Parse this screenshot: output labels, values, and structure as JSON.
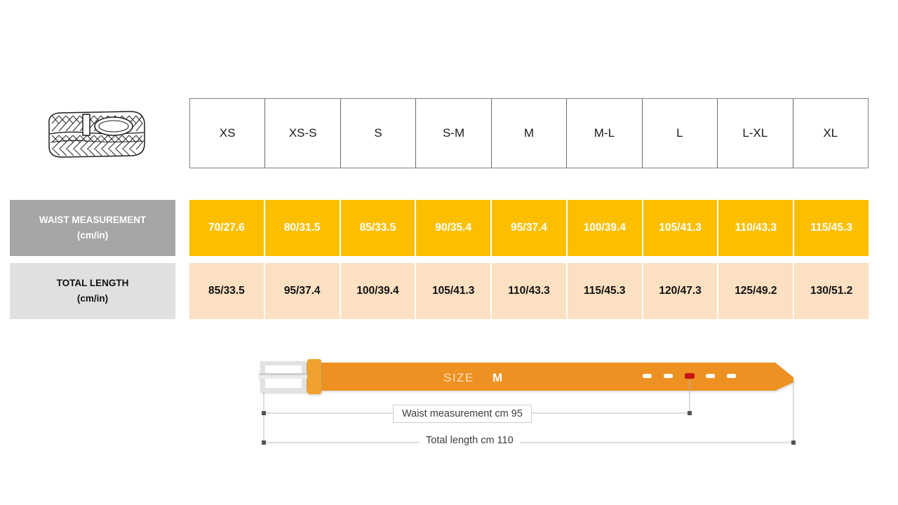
{
  "product": {
    "icon_name": "braided-belt-illustration"
  },
  "size_table": {
    "sizes": [
      "XS",
      "XS-S",
      "S",
      "S-M",
      "M",
      "M-L",
      "L",
      "L-XL",
      "XL"
    ],
    "rows": [
      {
        "id": "waist",
        "label_line1": "WAIST MEASUREMENT",
        "label_line2": "(cm/in)",
        "values": [
          "70/27.6",
          "80/31.5",
          "85/33.5",
          "90/35.4",
          "95/37.4",
          "100/39.4",
          "105/41.3",
          "110/43.3",
          "115/45.3"
        ],
        "bg_color": "#fbbf00",
        "label_bg_color": "#a6a6a6"
      },
      {
        "id": "length",
        "label_line1": "TOTAL LENGTH",
        "label_line2": "(cm/in)",
        "values": [
          "85/33.5",
          "95/37.4",
          "100/39.4",
          "105/41.3",
          "110/43.3",
          "115/45.3",
          "120/47.3",
          "125/49.2",
          "130/51.2"
        ],
        "bg_color": "#fce0c2",
        "label_bg_color": "#e0e0e0"
      }
    ]
  },
  "belt_diagram": {
    "size_prefix": "SIZE",
    "size_value": "M",
    "waist_dimension_label": "Waist measurement cm 95",
    "total_length_label": "Total length cm 110",
    "belt_color": "#ed9121",
    "buckle_color": "#d9d9d9",
    "active_hole_color": "#c81414",
    "hole_count": 5,
    "active_hole_index": 3
  }
}
